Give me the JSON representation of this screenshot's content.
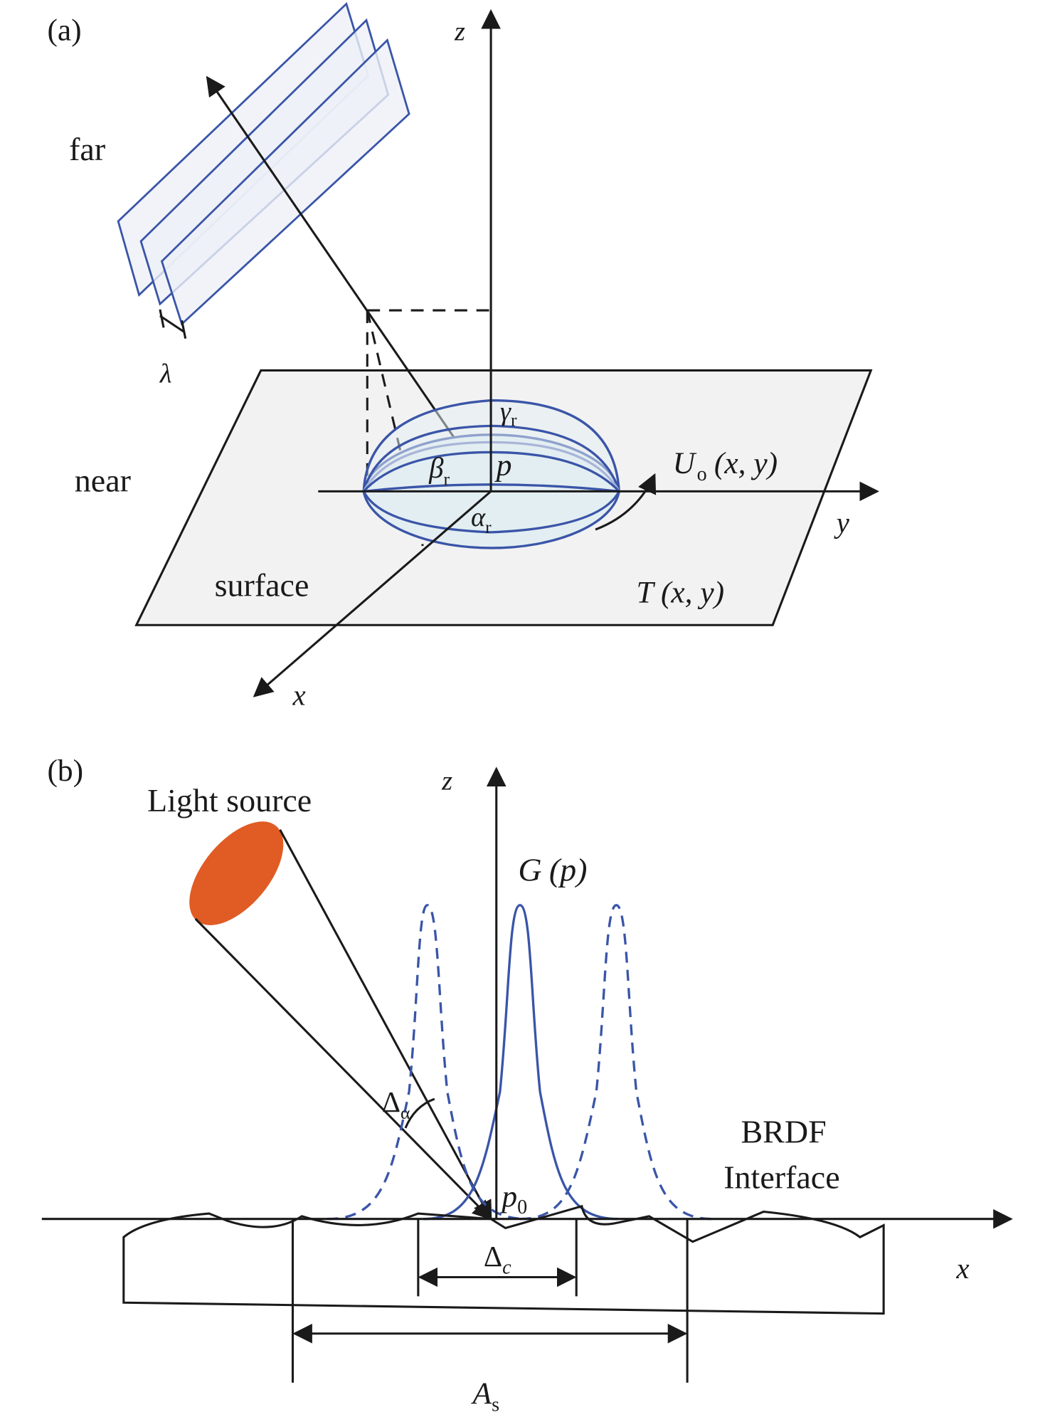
{
  "figure": {
    "panel_a": {
      "panel_label": "(a)",
      "axis_z": "z",
      "axis_y": "y",
      "axis_x": "x",
      "far_label": "far",
      "near_label": "near",
      "surface_label": "surface",
      "wavelength_symbol": "λ",
      "gamma_symbol": "γ",
      "gamma_sub": "r",
      "beta_symbol": "β",
      "beta_sub": "r",
      "alpha_symbol": "α",
      "alpha_sub": "r",
      "point_label": "p",
      "field_label_U": "U",
      "field_label_U_sub": "o",
      "field_label_U_args": "(x, y)",
      "surface_func_T": "T",
      "surface_func_T_args": "(x, y)",
      "colors": {
        "plane_stroke": "#3a55a8",
        "plane_fill": "#eef0f6",
        "surface_fill": "#f2f2f2",
        "hemisphere_fill": "#e3eef2"
      }
    },
    "panel_b": {
      "panel_label": "(b)",
      "axis_z": "z",
      "axis_x": "x",
      "light_source_label": "Light source",
      "distribution_label_G": "G",
      "distribution_label_args": "(p)",
      "delta_alpha_symbol": "Δ",
      "delta_alpha_sub": "α",
      "p0_symbol": "p",
      "p0_sub": "0",
      "brdf_line1": "BRDF",
      "brdf_line2": "Interface",
      "delta_c_symbol": "Δ",
      "delta_c_sub": "c",
      "A_s_symbol": "A",
      "A_s_sub": "s",
      "colors": {
        "light_source": "#e05c24",
        "gaussian": "#3a55a8"
      }
    }
  }
}
